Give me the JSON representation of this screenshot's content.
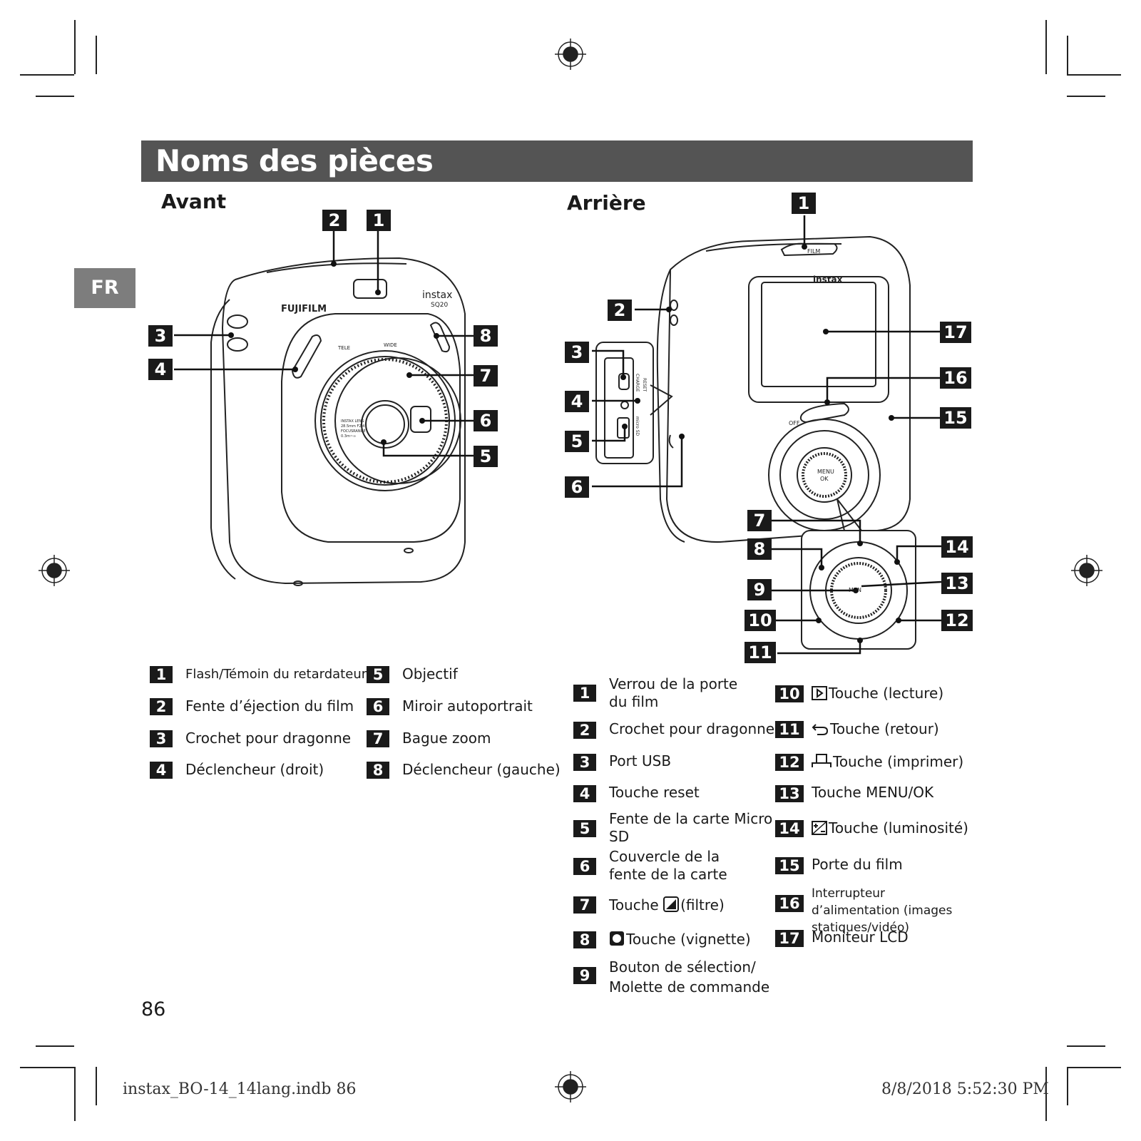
{
  "page": {
    "title": "Noms des pièces",
    "lang_tab": "FR",
    "page_number": "86",
    "footer_left": "instax_BO-14_14lang.indb   86",
    "footer_right": "8/8/2018   5:52:30 PM"
  },
  "front": {
    "heading": "Avant",
    "brand_logo": "FUJIFILM",
    "model_logo": "instax",
    "model_sub": "SQ20",
    "zoom_labels": [
      "TELE",
      "WIDE"
    ],
    "lens_text": [
      "INSTAX LENS",
      "28.5mm F2.4",
      "FOCUSRANGE",
      "0.3m~∞"
    ],
    "callouts": [
      "1",
      "2",
      "3",
      "4",
      "5",
      "6",
      "7",
      "8"
    ],
    "legend": [
      {
        "num": "1",
        "label": "Flash/Témoin du retardateur"
      },
      {
        "num": "2",
        "label": "Fente d’éjection du film"
      },
      {
        "num": "3",
        "label": "Crochet pour dragonne"
      },
      {
        "num": "4",
        "label": "Déclencheur (droit)"
      },
      {
        "num": "5",
        "label": "Objectif"
      },
      {
        "num": "6",
        "label": "Miroir autoportrait"
      },
      {
        "num": "7",
        "label": "Bague zoom"
      },
      {
        "num": "8",
        "label": "Déclencheur (gauche)"
      }
    ]
  },
  "back": {
    "heading": "Arrière",
    "screen_logo": "instax",
    "film_label": "FILM",
    "switch_off": "OFF",
    "dial_center": [
      "MENU",
      "OK"
    ],
    "zoom_center": "MEN",
    "slot_labels": [
      "CHARGE",
      "RESET",
      "micro SD"
    ],
    "callouts": [
      "1",
      "2",
      "3",
      "4",
      "5",
      "6",
      "7",
      "8",
      "9",
      "10",
      "11",
      "12",
      "13",
      "14",
      "15",
      "16",
      "17"
    ],
    "legend": [
      {
        "num": "1",
        "label": "Verrou de la porte du film"
      },
      {
        "num": "2",
        "label": "Crochet pour dragonne"
      },
      {
        "num": "3",
        "label": "Port USB"
      },
      {
        "num": "4",
        "label": "Touche reset"
      },
      {
        "num": "5",
        "label": "Fente de la carte Micro SD"
      },
      {
        "num": "6",
        "label": "Couvercle de la fente de la carte"
      },
      {
        "num": "7",
        "label_before": "Touche",
        "label_after": "(filtre)",
        "icon": "filter-icon"
      },
      {
        "num": "8",
        "label": "Touche (vignette)",
        "icon": "vignette-icon"
      },
      {
        "num": "9",
        "label": "Bouton de sélection/ Molette de commande"
      },
      {
        "num": "10",
        "label": "Touche (lecture)",
        "icon": "playback-icon"
      },
      {
        "num": "11",
        "label": "Touche (retour)",
        "icon": "return-icon"
      },
      {
        "num": "12",
        "label": "Touche (imprimer)",
        "icon": "print-icon"
      },
      {
        "num": "13",
        "label": "Touche MENU/OK"
      },
      {
        "num": "14",
        "label": "Touche (luminosité)",
        "icon": "brightness-icon"
      },
      {
        "num": "15",
        "label": "Porte du film"
      },
      {
        "num": "16",
        "label": "Interrupteur d’alimentation (images statiques/vidéo)"
      },
      {
        "num": "17",
        "label": "Moniteur LCD"
      }
    ]
  },
  "colors": {
    "banner": "#545454",
    "tab": "#7d7d7d",
    "ink": "#1a1a1a"
  }
}
